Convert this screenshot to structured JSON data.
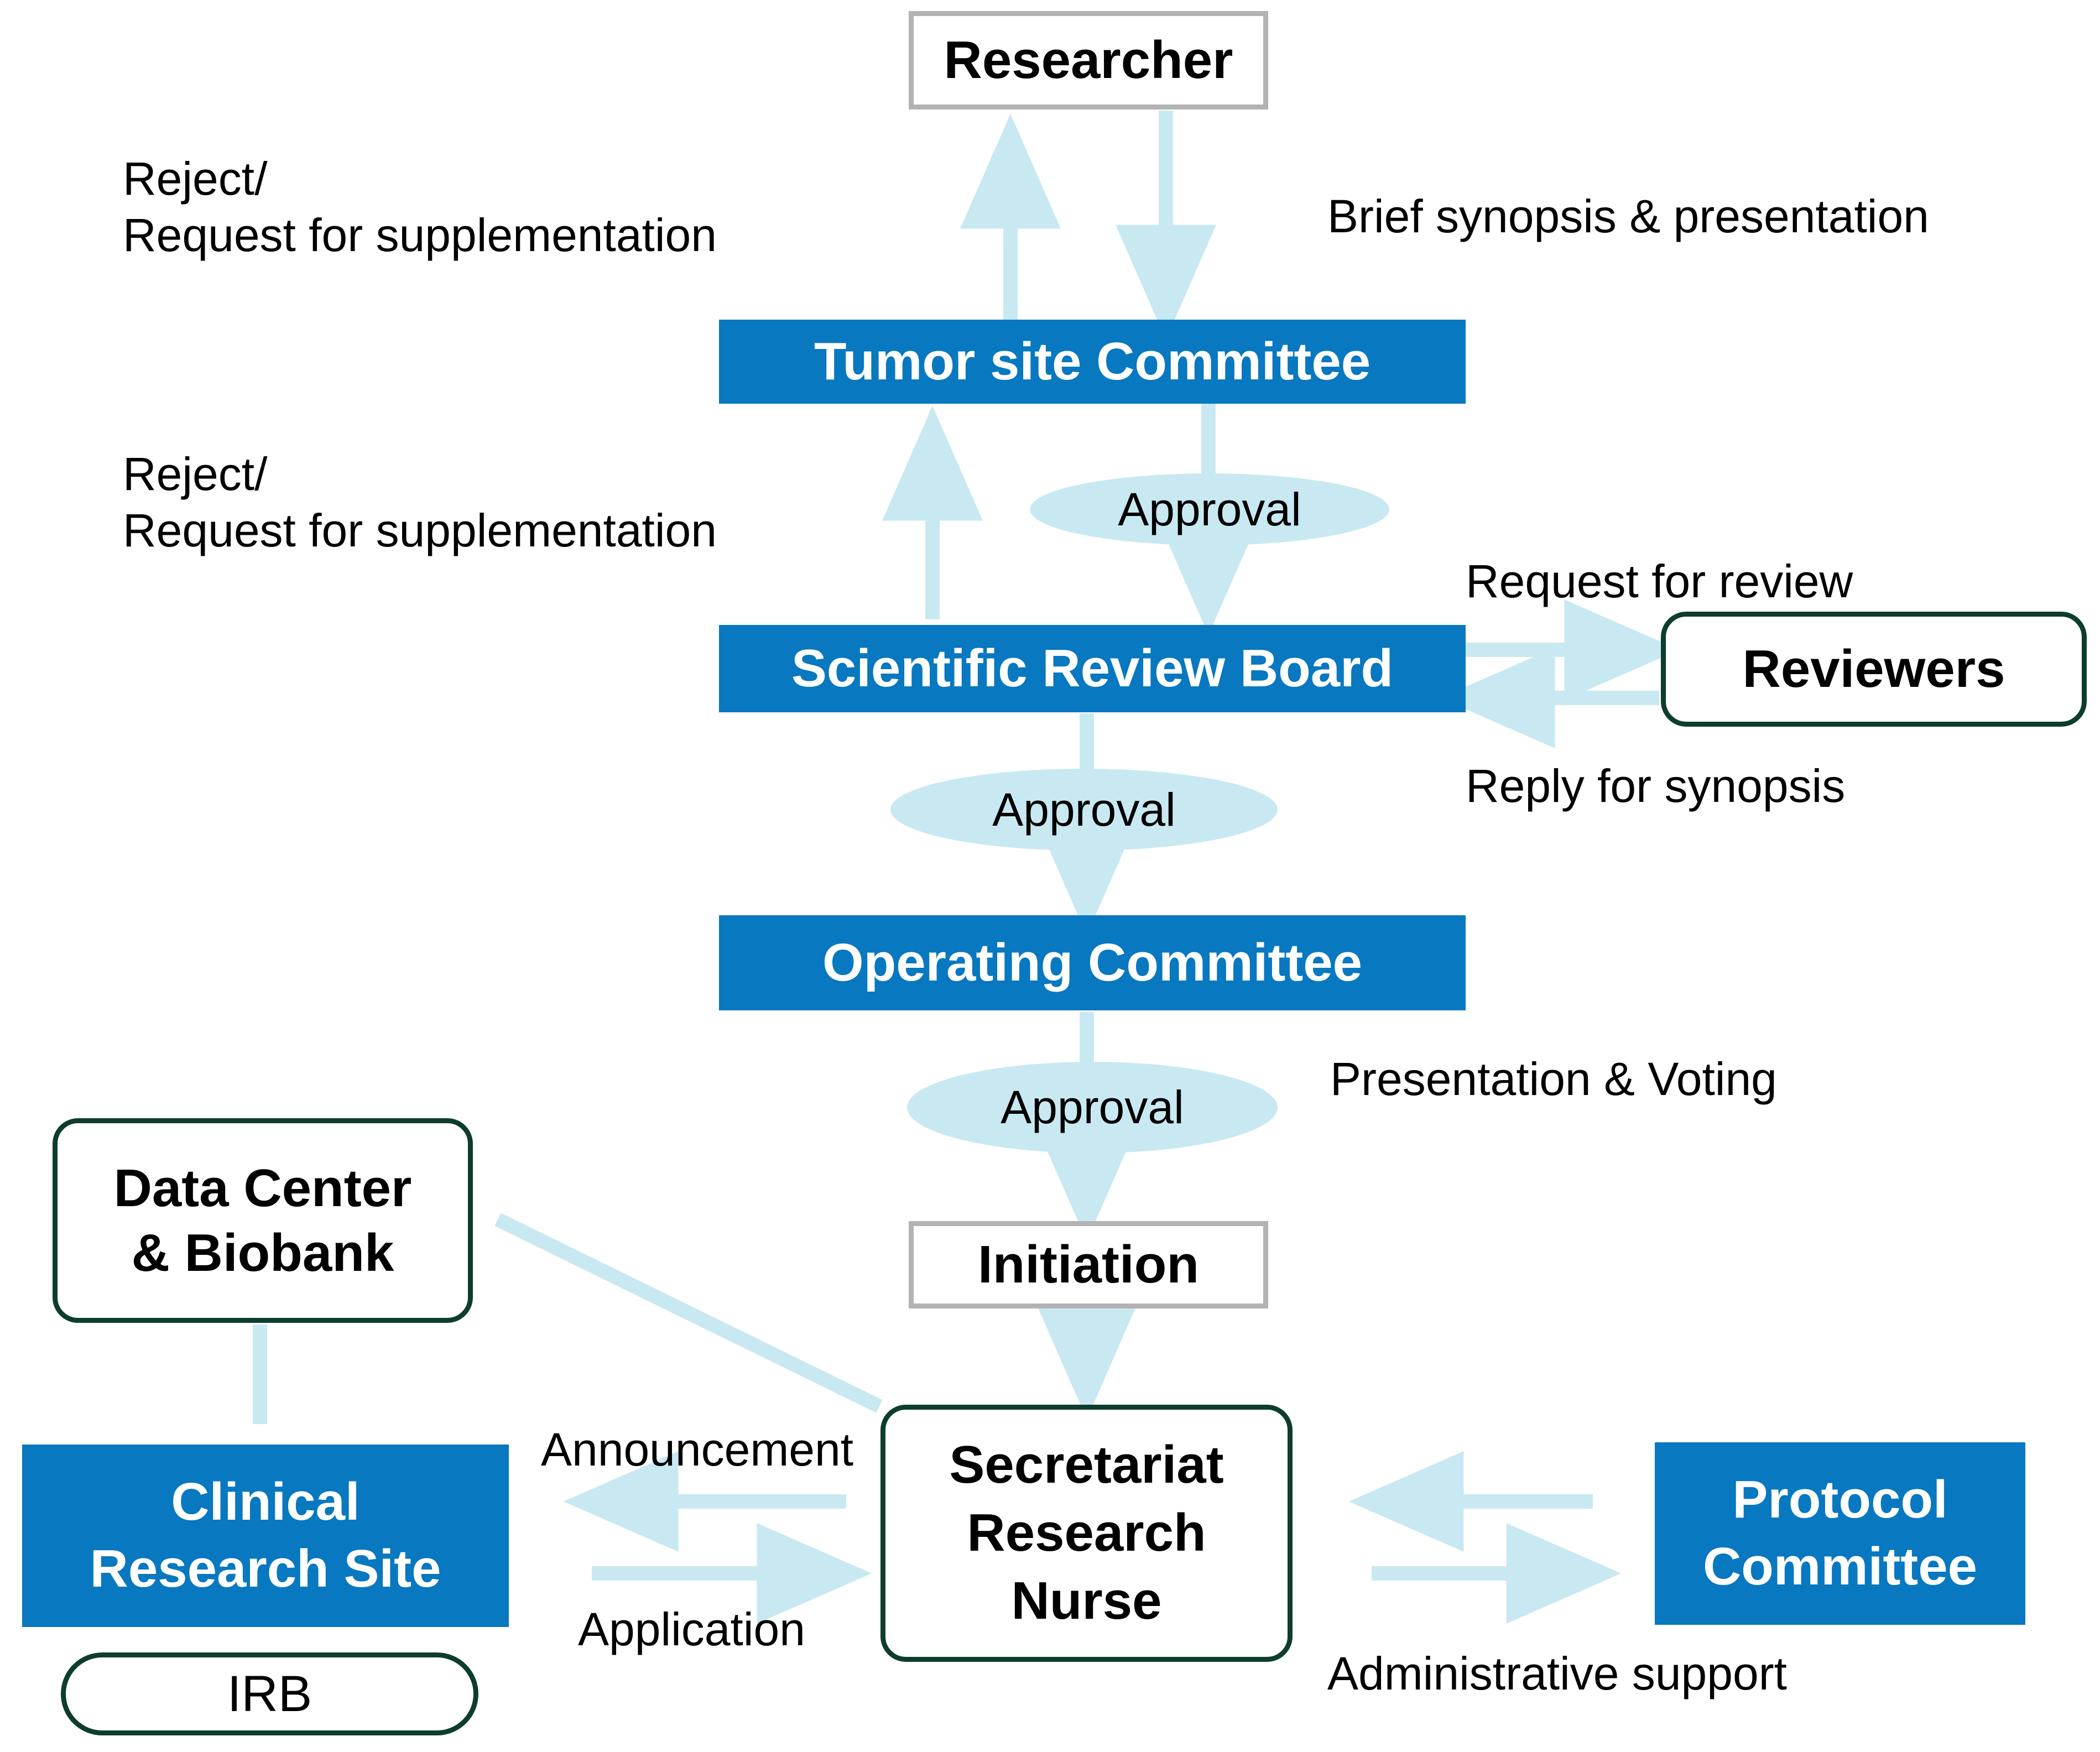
{
  "diagram": {
    "title_text_absent": "",
    "colors": {
      "blue_fill": "#0878C0",
      "arrow_blue": "#c9e9f2",
      "ellipse_fill": "#c9e9f2",
      "green_border": "#0d3d2e",
      "grey_border": "#b3b3b3",
      "text_dark": "#000000",
      "text_light": "#ffffff",
      "background": "#ffffff"
    },
    "nodes": [
      {
        "id": "researcher",
        "label": "Researcher",
        "shape": "grey-rect"
      },
      {
        "id": "tumor_site",
        "label": "Tumor site Committee",
        "shape": "blue-rect"
      },
      {
        "id": "srb",
        "label": "Scientific Review Board",
        "shape": "blue-rect"
      },
      {
        "id": "reviewers",
        "label": "Reviewers",
        "shape": "rounded-rect"
      },
      {
        "id": "operating",
        "label": "Operating Committee",
        "shape": "blue-rect"
      },
      {
        "id": "initiation",
        "label": "Initiation",
        "shape": "grey-rect"
      },
      {
        "id": "data_center",
        "label": "Data Center\n& Biobank",
        "shape": "rounded-rect"
      },
      {
        "id": "clinical_site",
        "label": "Clinical\nResearch Site",
        "shape": "blue-rect"
      },
      {
        "id": "irb",
        "label": "IRB",
        "shape": "pill"
      },
      {
        "id": "secretariat",
        "label": "Secretariat\nResearch\nNurse",
        "shape": "rounded-rect"
      },
      {
        "id": "protocol",
        "label": "Protocol\nCommittee",
        "shape": "blue-rect"
      }
    ],
    "decisions": [
      {
        "id": "approval_1",
        "label": "Approval"
      },
      {
        "id": "approval_2",
        "label": "Approval"
      },
      {
        "id": "approval_3",
        "label": "Approval"
      }
    ],
    "edge_labels": [
      {
        "id": "reject_1",
        "text": "Reject/\nRequest for supplementation"
      },
      {
        "id": "brief_synopsis",
        "text": "Brief synopsis & presentation"
      },
      {
        "id": "reject_2",
        "text": "Reject/\nRequest for supplementation"
      },
      {
        "id": "request_review",
        "text": "Request for review"
      },
      {
        "id": "reply_synopsis",
        "text": "Reply for synopsis"
      },
      {
        "id": "presentation_voting",
        "text": "Presentation & Voting"
      },
      {
        "id": "announcement",
        "text": "Announcement"
      },
      {
        "id": "application",
        "text": "Application"
      },
      {
        "id": "admin_support",
        "text": "Administrative support"
      }
    ]
  }
}
